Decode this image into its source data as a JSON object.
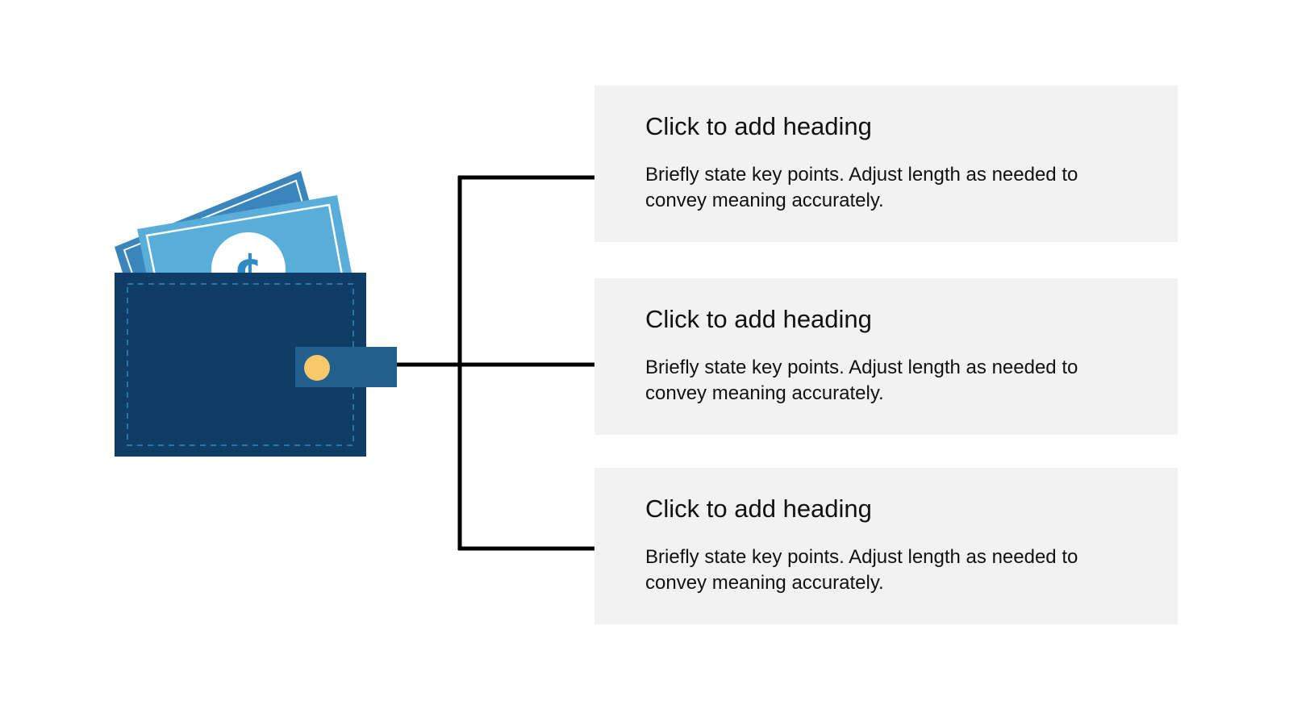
{
  "colors": {
    "wallet_body": "#0f3d68",
    "wallet_clasp": "#225f8c",
    "clasp_button": "#f8c96b",
    "bill_back": "#3a86bc",
    "bill_front": "#58aed8",
    "bill_symbol": "#2f8ac6",
    "card_background": "#f2f2f3",
    "connector": "#000000"
  },
  "icons": {
    "wallet": "wallet-with-cash-icon",
    "currency": "currency-symbol-icon"
  },
  "cards": [
    {
      "heading": "Click to add heading",
      "body": "Briefly state key points. Adjust length as needed to convey meaning accurately."
    },
    {
      "heading": "Click to add heading",
      "body": "Briefly state key points. Adjust length as needed to convey meaning accurately."
    },
    {
      "heading": "Click to add heading",
      "body": "Briefly state key points. Adjust length as needed to convey meaning accurately."
    }
  ]
}
